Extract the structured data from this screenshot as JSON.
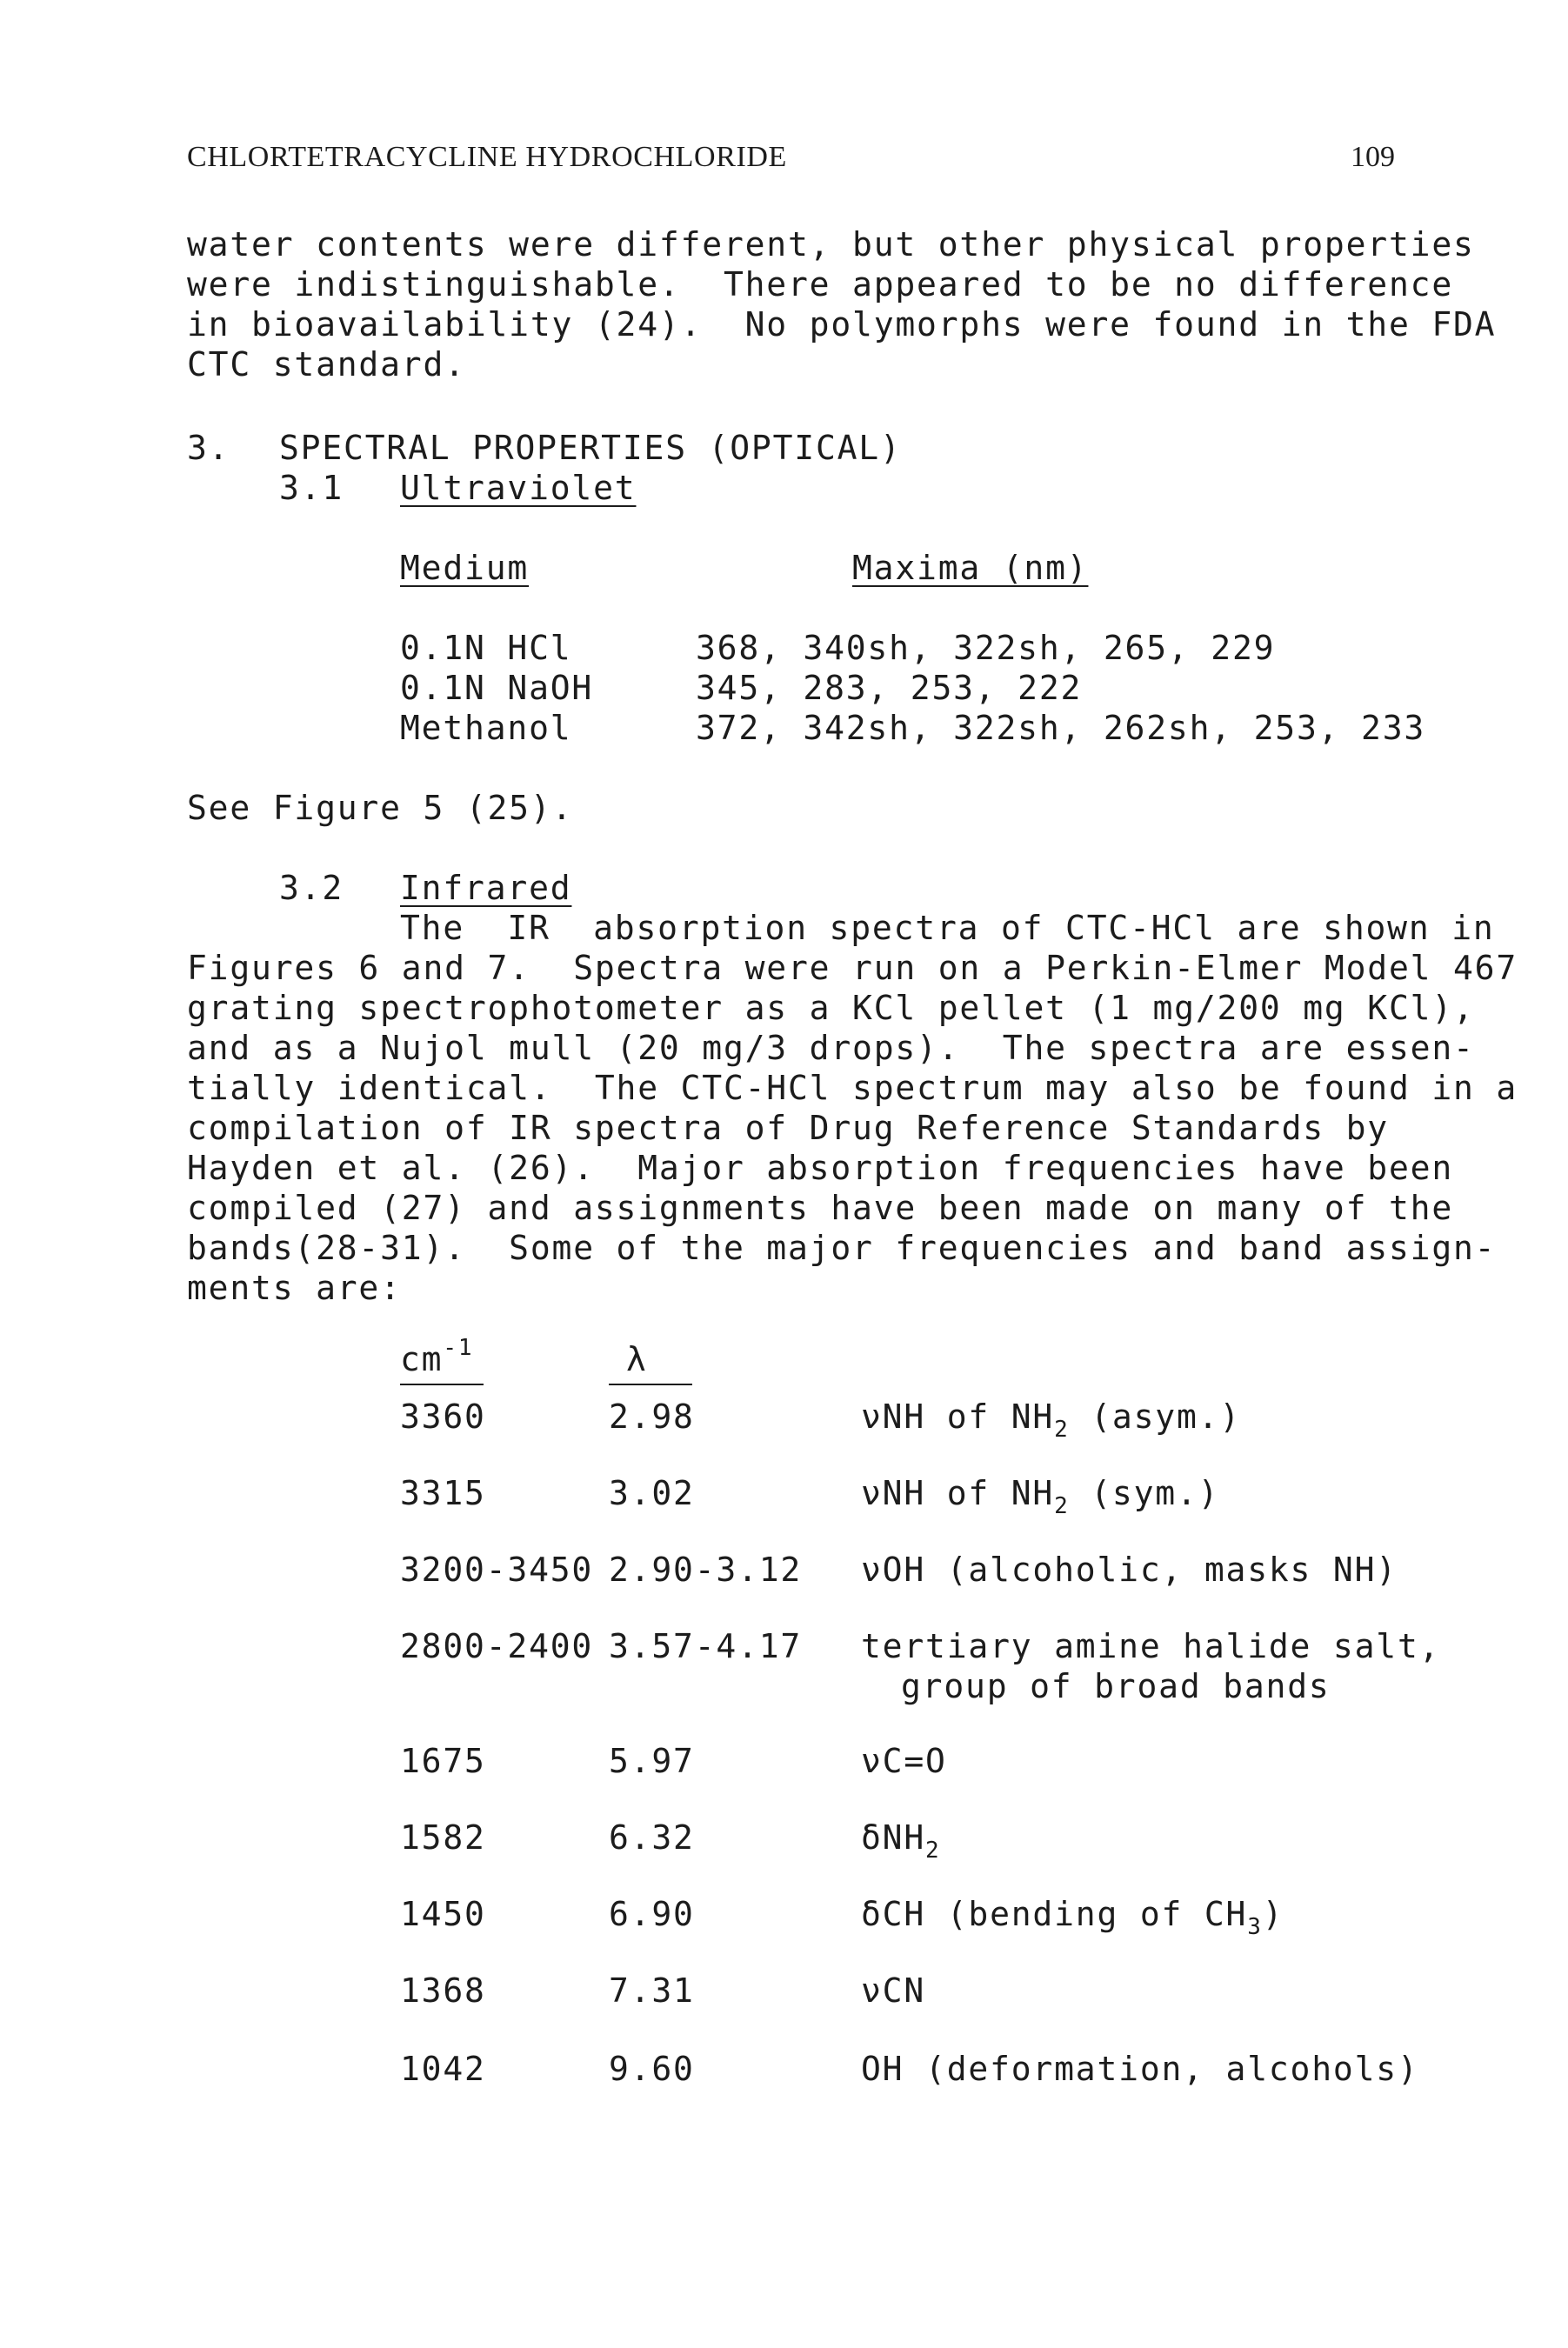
{
  "header": {
    "running_title": "CHLORTETRACYCLINE HYDROCHLORIDE",
    "page_number": "109"
  },
  "intro_paragraph": [
    "water contents were different, but other physical properties",
    "were indistinguishable.  There appeared to be no difference",
    "in bioavailability (24).  No polymorphs were found in the FDA",
    "CTC standard."
  ],
  "section3": {
    "number": "3.",
    "title": "SPECTRAL PROPERTIES (OPTICAL)"
  },
  "section31": {
    "number": "3.1",
    "title": "Ultraviolet"
  },
  "uv_table": {
    "headers": [
      "Medium",
      "Maxima (nm)"
    ],
    "rows": [
      {
        "medium": "0.1N HCl",
        "maxima": "368, 340sh, 322sh, 265, 229"
      },
      {
        "medium": "0.1N NaOH",
        "maxima": "345, 283, 253, 222"
      },
      {
        "medium": "Methanol",
        "maxima": "372, 342sh, 322sh, 262sh, 253, 233"
      }
    ]
  },
  "see_figure": "See Figure 5 (25).",
  "section32": {
    "number": "3.2",
    "title": "Infrared"
  },
  "ir_paragraph": [
    "The  IR  absorption spectra of CTC-HCl are shown in",
    "Figures 6 and 7.  Spectra were run on a Perkin-Elmer Model 467",
    "grating spectrophotometer as a KCl pellet (1 mg/200 mg KCl),",
    "and as a Nujol mull (20 mg/3 drops).  The spectra are essen-",
    "tially identical.  The CTC-HCl spectrum may also be found in a",
    "compilation of IR spectra of Drug Reference Standards by",
    "Hayden et al. (26).  Major absorption frequencies have been",
    "compiled (27) and assignments have been made on many of the",
    "bands(28-31).  Some of the major frequencies and band assign-",
    "ments are:"
  ],
  "ir_table": {
    "headers": {
      "wavenumber": "cm",
      "wavenumber_exp": "-1",
      "wavelength": "λ"
    },
    "rows": [
      {
        "cm": "3360",
        "lambda": "2.98",
        "assign": [
          "νNH of NH",
          "2",
          " (asym.)"
        ]
      },
      {
        "cm": "3315",
        "lambda": "3.02",
        "assign": [
          "νNH of NH",
          "2",
          " (sym.)"
        ]
      },
      {
        "cm": "3200-3450",
        "lambda": "2.90-3.12",
        "assign": [
          "νOH (alcoholic, masks NH)",
          "",
          ""
        ]
      },
      {
        "cm": "2800-2400",
        "lambda": "3.57-4.17",
        "assign": [
          "tertiary amine halide salt,",
          "",
          ""
        ],
        "assign_line2": "group of broad bands"
      },
      {
        "cm": "1675",
        "lambda": "5.97",
        "assign": [
          "νC=O",
          "",
          ""
        ]
      },
      {
        "cm": "1582",
        "lambda": "6.32",
        "assign": [
          "δNH",
          "2",
          ""
        ]
      },
      {
        "cm": "1450",
        "lambda": "6.90",
        "assign": [
          "δCH (bending of CH",
          "3",
          ")"
        ]
      },
      {
        "cm": "1368",
        "lambda": "7.31",
        "assign": [
          "νCN",
          "",
          ""
        ]
      },
      {
        "cm": "1042",
        "lambda": "9.60",
        "assign": [
          "OH (deformation, alcohols)",
          "",
          ""
        ]
      }
    ]
  }
}
